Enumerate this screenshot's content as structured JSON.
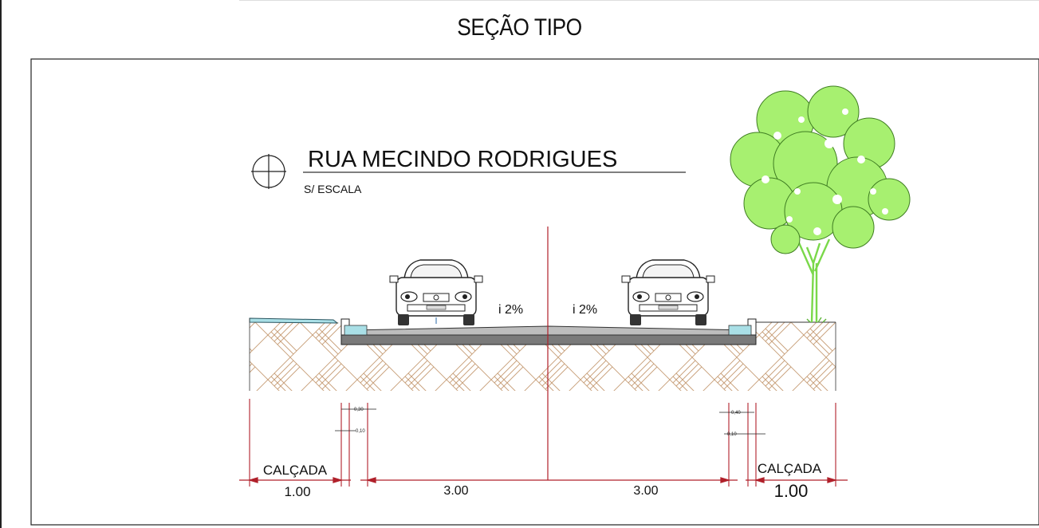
{
  "page": {
    "title": "SEÇÃO TIPO"
  },
  "section": {
    "street_name": "RUA MECINDO RODRIGUES",
    "scale_note": "S/ ESCALA"
  },
  "slopes": {
    "left": "i 2%",
    "right": "i 2%"
  },
  "dimensions": {
    "left_sidewalk_label": "CALÇADA",
    "left_sidewalk_width": "1.00",
    "left_lane_width": "3.00",
    "right_lane_width": "3.00",
    "right_sidewalk_label": "CALÇADA",
    "right_sidewalk_width": "1.00",
    "left_curb_top": "0,30",
    "left_curb_bottom": "0,10",
    "right_curb_top": "0,40",
    "right_curb_bottom": "0,10"
  },
  "colors": {
    "dimension_red": "#b0202a",
    "soil_hatch": "#c8a07a",
    "pavement": "#7a7a7a",
    "tree_foliage": "#a7f070",
    "curb_fill": "#a9dfe6"
  }
}
